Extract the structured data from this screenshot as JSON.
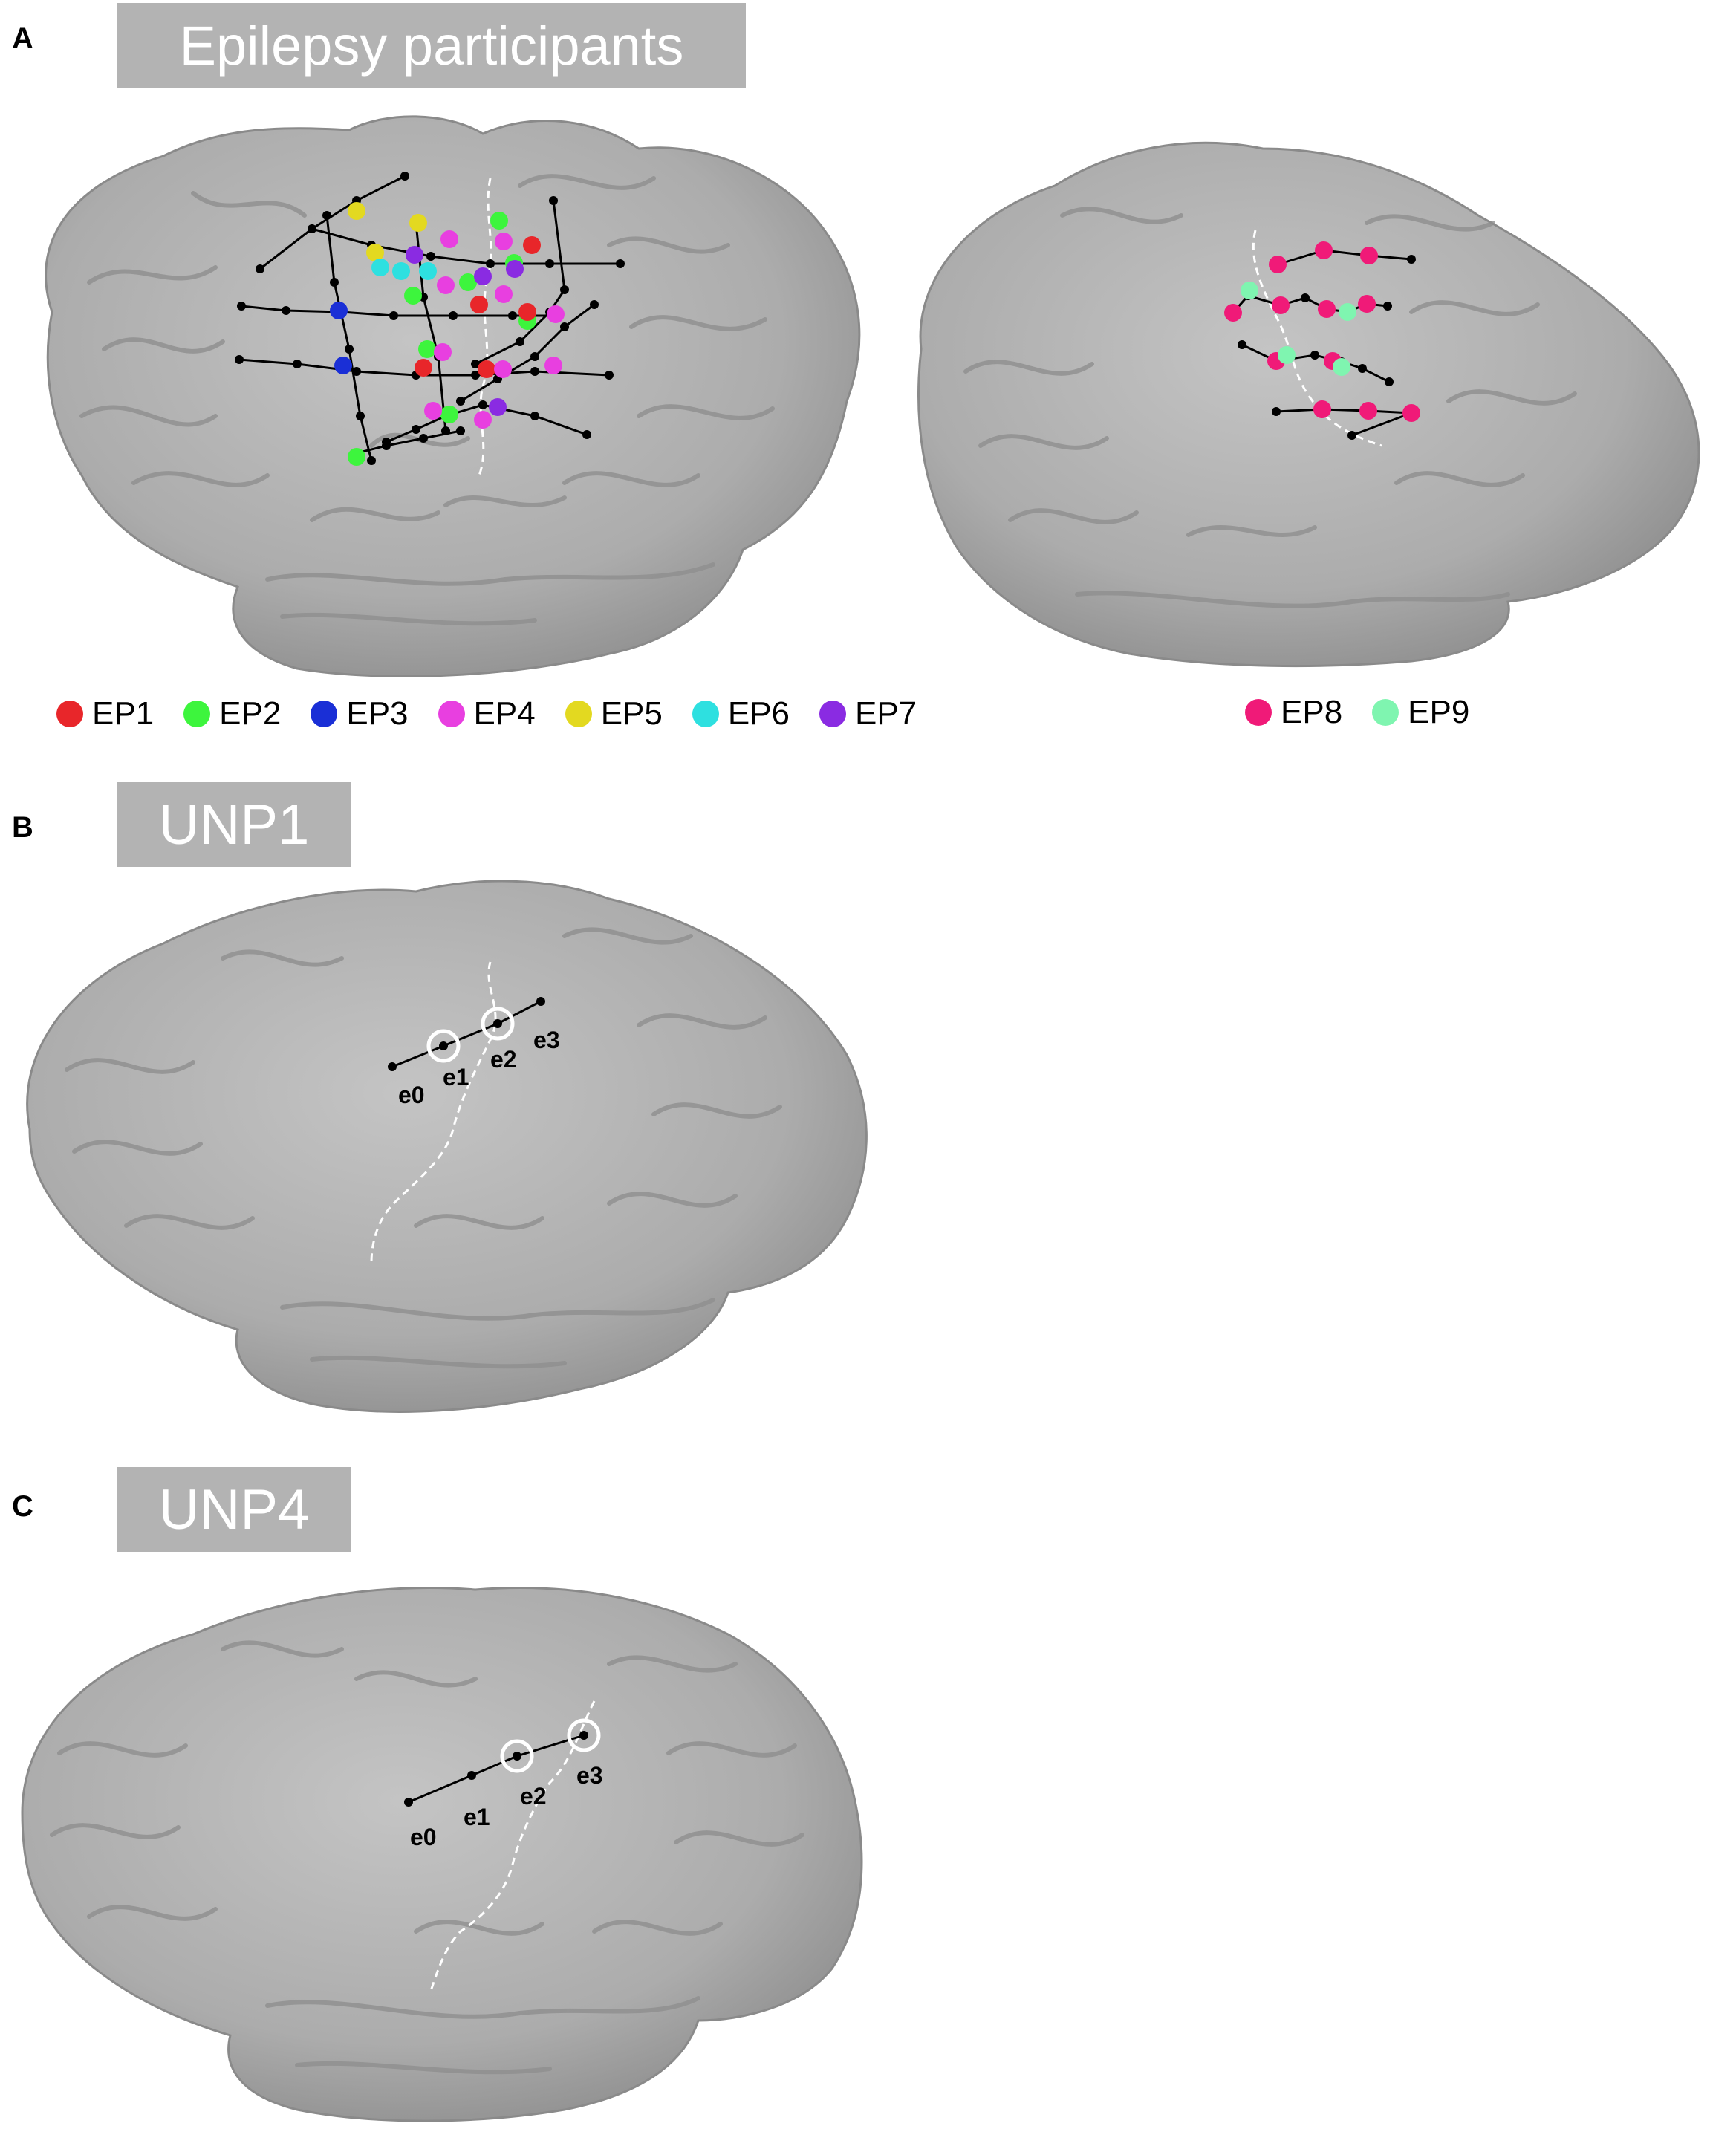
{
  "panels": {
    "A": {
      "letter": "A",
      "title": "Epilepsy participants"
    },
    "B": {
      "letter": "B",
      "title": "UNP1"
    },
    "C": {
      "letter": "C",
      "title": "UNP4"
    }
  },
  "legend_left": [
    {
      "label": "EP1",
      "color": "#e8262a"
    },
    {
      "label": "EP2",
      "color": "#3df53d"
    },
    {
      "label": "EP3",
      "color": "#1a2fd6"
    },
    {
      "label": "EP4",
      "color": "#e83fe0"
    },
    {
      "label": "EP5",
      "color": "#e3d920"
    },
    {
      "label": "EP6",
      "color": "#2ee0e0"
    },
    {
      "label": "EP7",
      "color": "#8a2be2"
    }
  ],
  "legend_right": [
    {
      "label": "EP8",
      "color": "#f01a78"
    },
    {
      "label": "EP9",
      "color": "#7ff5b0"
    }
  ],
  "electrodes": {
    "B": [
      "e0",
      "e1",
      "e2",
      "e3"
    ],
    "C": [
      "e0",
      "e1",
      "e2",
      "e3"
    ]
  },
  "colors": {
    "brain": "#b8b8b8",
    "brain_dark": "#8f8f8f",
    "title_bg": "#b3b3b3"
  }
}
